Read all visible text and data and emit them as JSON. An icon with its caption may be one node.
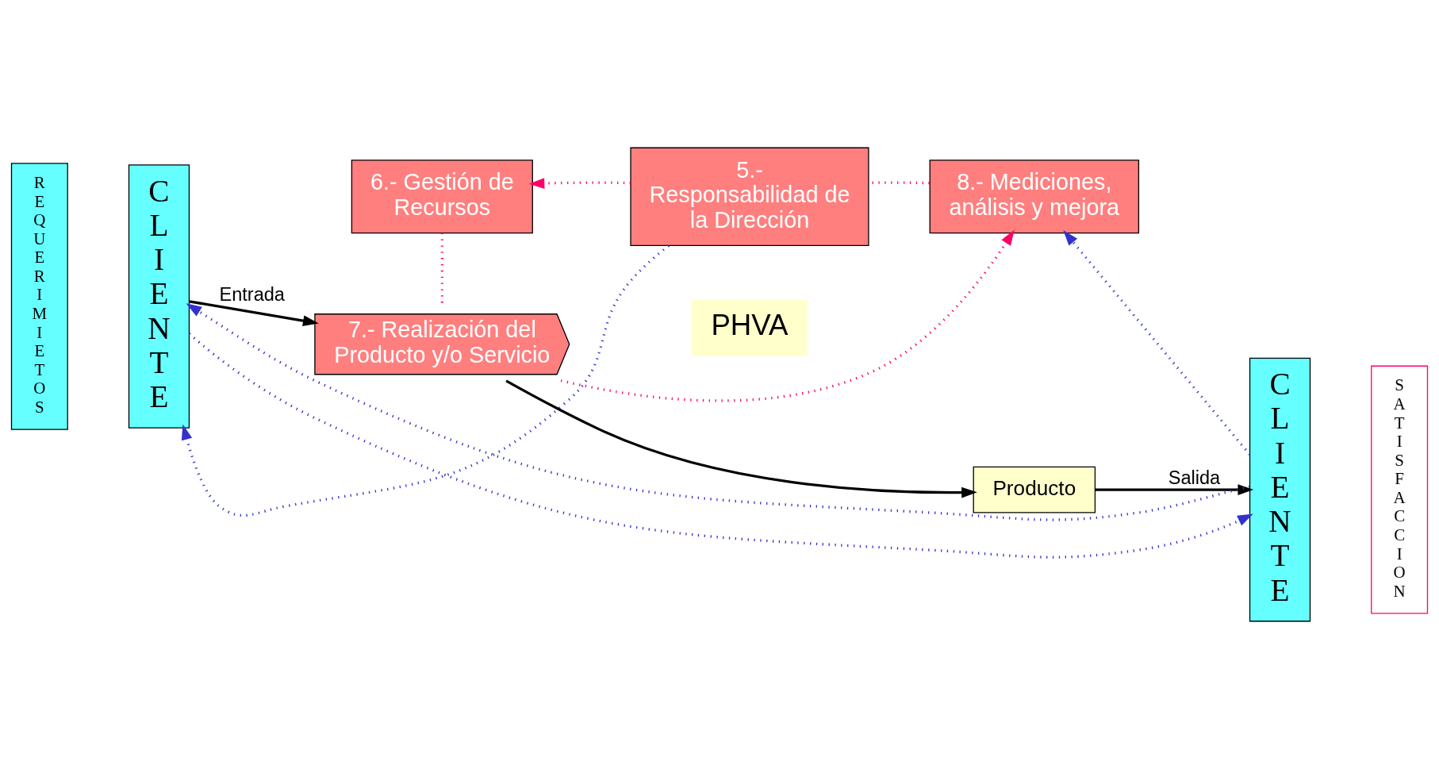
{
  "diagram": {
    "nodes": [
      {
        "text": [
          "REQUERIMIETOS"
        ]
      },
      {
        "text": [
          "CLIENTE"
        ]
      },
      {
        "text": [
          "5.- Responsabilidad de la Dirección"
        ]
      },
      {
        "text": [
          "6.- Gestión de Recursos"
        ]
      },
      {
        "text": [
          "PHVA"
        ]
      },
      {
        "text": [
          "8.- Mediciones, análisis y mejora"
        ]
      },
      {
        "text": [
          "7.- Realización del Producto y/o Servicio"
        ]
      },
      {
        "text": [
          "Producto"
        ]
      },
      {
        "text": [
          "CLIENTE"
        ]
      },
      {
        "text": [
          "SATISFACCION"
        ]
      }
    ],
    "edges": [
      {
        "from": 1,
        "to": 6,
        "arrow": "to",
        "label": "Entrada",
        "color": "#000000"
      },
      {
        "from": 6,
        "to": 7,
        "arrow": "to",
        "color": "#000000"
      },
      {
        "from": 7,
        "to": 8,
        "arrow": "to",
        "label": "Salida",
        "color": "#000000"
      },
      {
        "from": 2,
        "to": 1,
        "arrow": "to",
        "style": "dashed",
        "color": "#3333cc"
      },
      {
        "from": 8,
        "to": 5,
        "arrow": "to",
        "style": "dashed",
        "color": "#3333cc"
      },
      {
        "from": 8,
        "to": 1,
        "arrow": "to",
        "style": "dashed",
        "color": "#3333cc"
      },
      {
        "from": 1,
        "to": 8,
        "arrow": "to",
        "style": "dashed",
        "color": "#3333cc"
      },
      {
        "from": 2,
        "to": 3,
        "arrow": "to",
        "style": "dashed",
        "color": "#ff0066"
      },
      {
        "from": 3,
        "to": 6,
        "arrow": "none",
        "style": "dashed",
        "color": "#ff0066"
      },
      {
        "from": 6,
        "to": 5,
        "arrow": "to",
        "style": "dashed",
        "color": "#ff0066"
      },
      {
        "from": 5,
        "to": 2,
        "arrow": "none",
        "style": "dashed",
        "color": "#ff0066"
      }
    ]
  }
}
